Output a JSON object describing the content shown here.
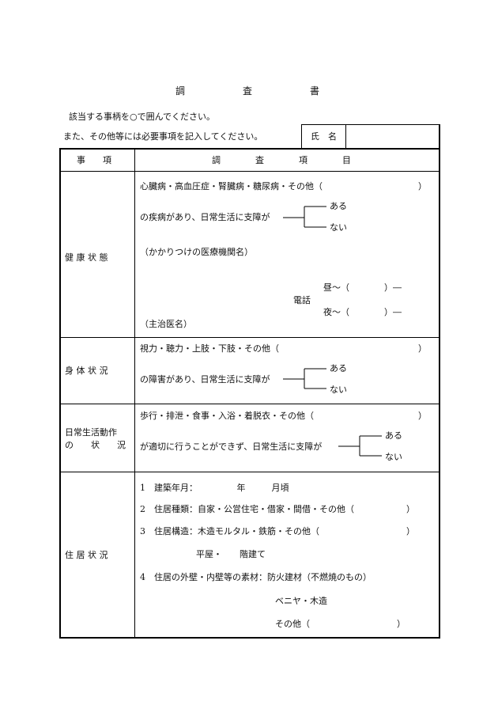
{
  "title": [
    "調",
    "査",
    "書"
  ],
  "instructions": {
    "line1": "該当する事柄を○で囲んでください。",
    "line2": "また、その他等には必要事項を記入してください。"
  },
  "name_label": "氏　名",
  "name_value": "",
  "header": {
    "col1": "事　　項",
    "col2": "調　　　　査　　　　項　　　　目"
  },
  "health": {
    "label": "健 康 状 態",
    "diseases": "心臓病・高血圧症・腎臓病・糖尿病・その他（　　　　　　　　　　　）",
    "impediment": "の疾病があり、日常生活に支障が",
    "aru": "ある",
    "nai": "ない",
    "clinic": "（かかりつけの医療機関名）",
    "phone_label": "電話",
    "day": "昼～（　　　　）―",
    "night": "夜～（　　　　）―",
    "doctor": "（主治医名）"
  },
  "body": {
    "label": "身 体 状 況",
    "items": "視力・聴力・上肢・下肢・その他（　　　　　　　　　　　　　　　　）",
    "impediment": "の障害があり、日常生活に支障が",
    "aru": "ある",
    "nai": "ない"
  },
  "daily": {
    "label1": "日常生活動作",
    "label2": "の　　状　　況",
    "items": "歩行・排泄・食事・入浴・着脱衣・その他（　　　　　　　　　　　　）",
    "impediment": "が適切に行うことができず、日常生活に支障が",
    "aru": "ある",
    "nai": "ない"
  },
  "housing": {
    "label": "住 居 状 況",
    "built": "1　建築年月：　　　　　年　　　月頃",
    "type": "2　住居種類：自家・公営住宅・借家・間借・その他（　　　　　　）",
    "structure": "3　住居構造：木造モルタル・鉄筋・その他（　　　　　　　　　　）",
    "floors": "平屋・　　階建て",
    "material": "4　住居の外壁・内壁等の素材：防火建材（不燃焼のもの）",
    "material2": "ベニヤ・木造",
    "material3": "その他（　　　　　　　　　　）"
  }
}
